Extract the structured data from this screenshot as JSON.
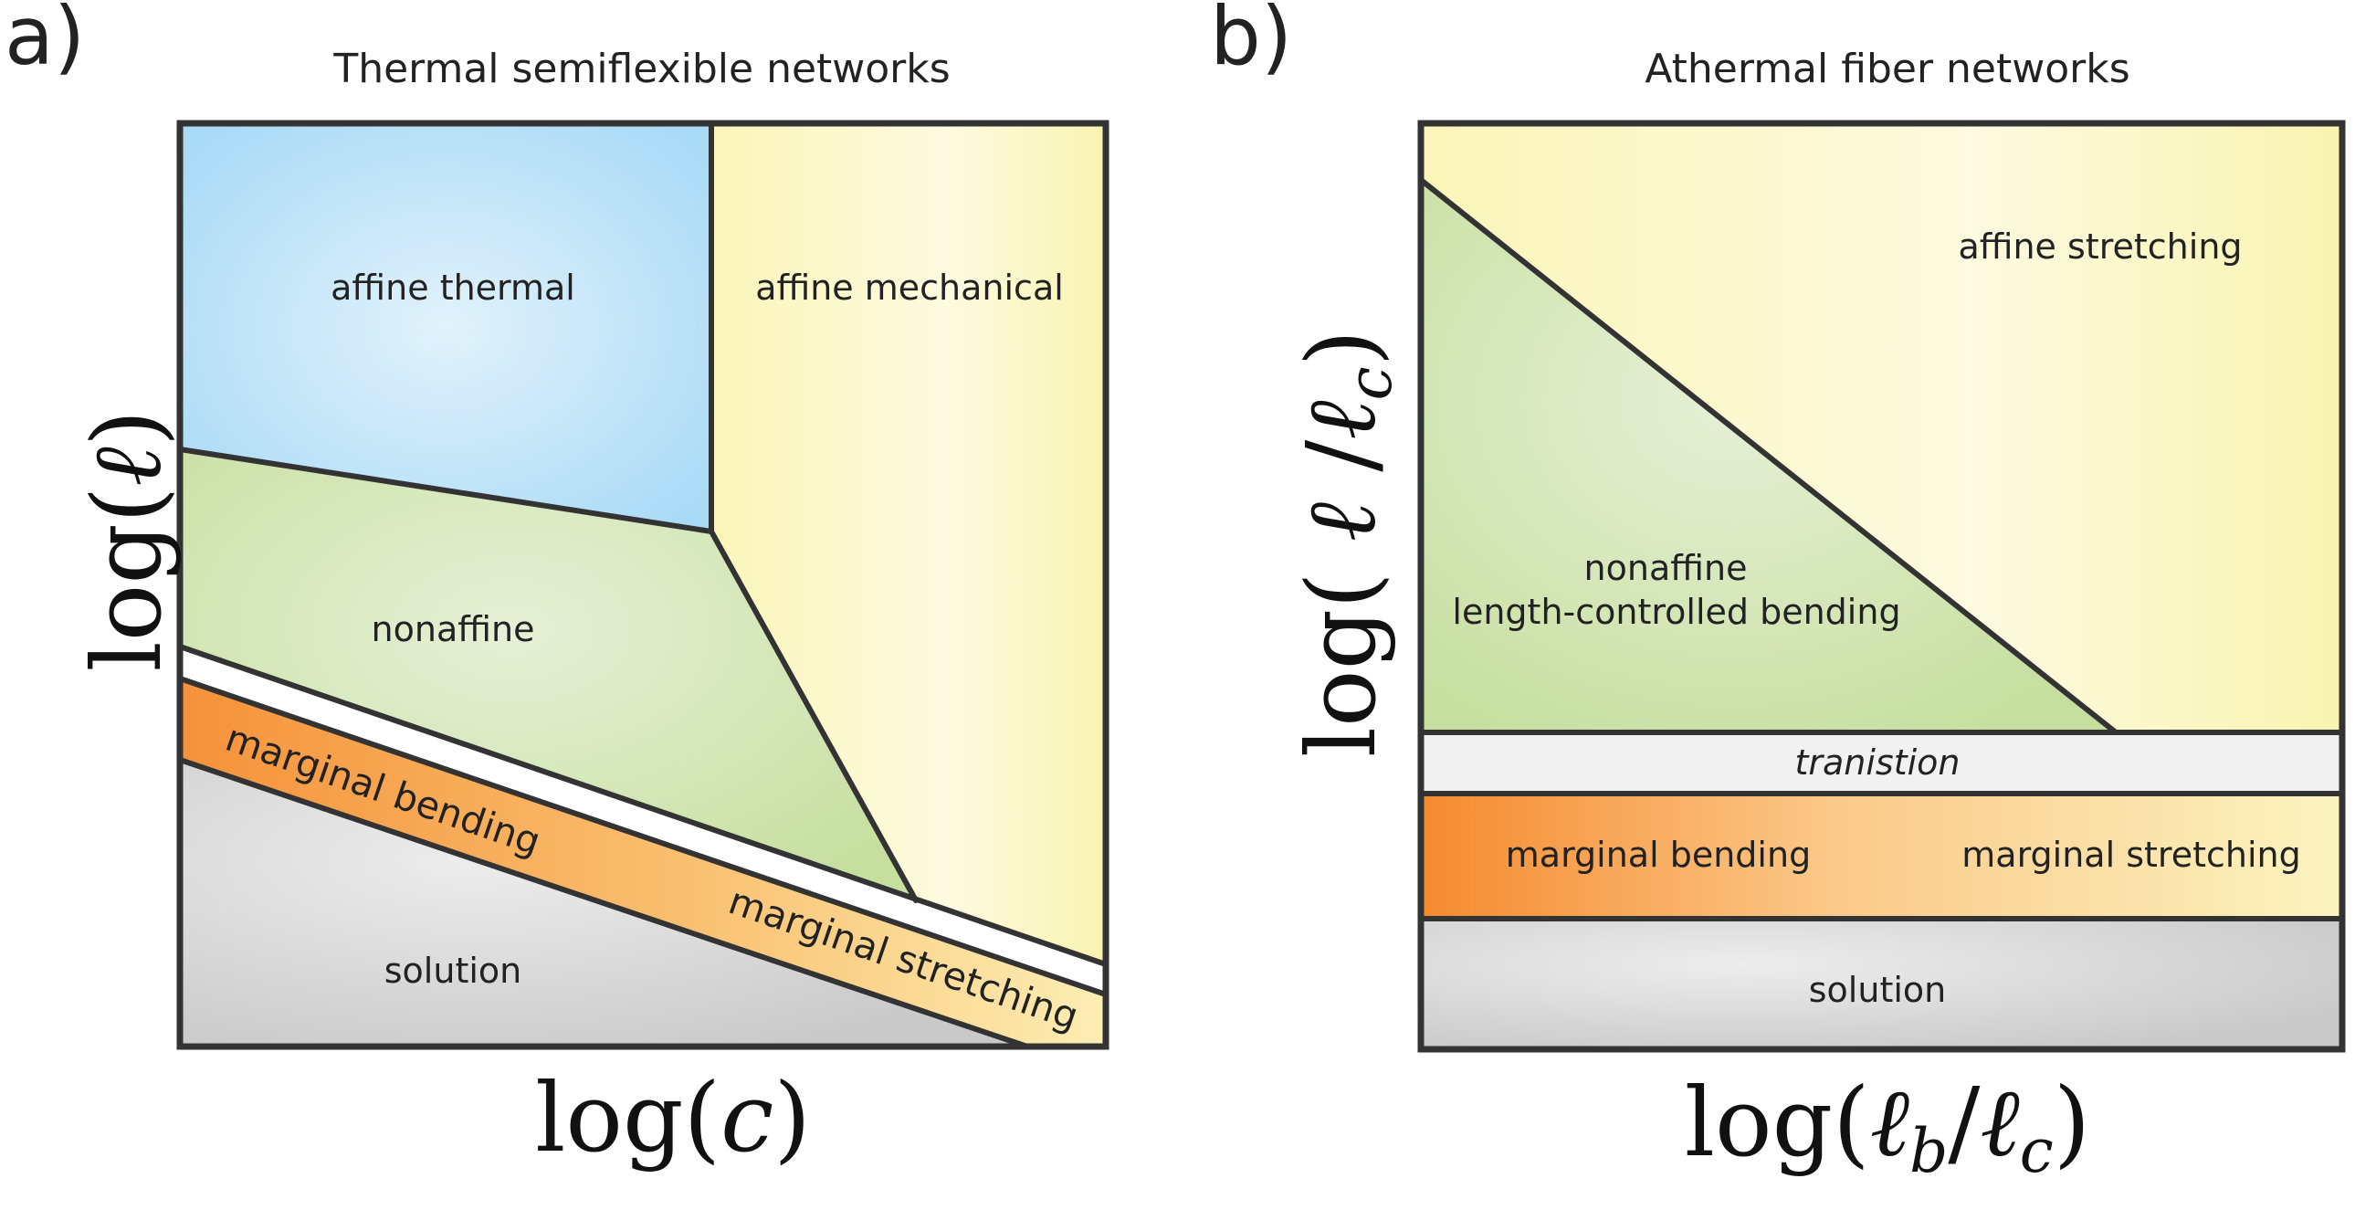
{
  "panel_a": {
    "letter": "a)",
    "title": "Thermal semiflexible networks",
    "x_axis": {
      "pre": "log(",
      "var": "c",
      "post": ")"
    },
    "y_axis": {
      "pre": "log(",
      "var": "ℓ",
      "post": ")"
    },
    "regions": {
      "affine_thermal": "affine thermal",
      "affine_mechanical": "affine mechanical",
      "nonaffine": "nonaffine",
      "marginal_bending": "marginal bending",
      "marginal_stretching": "marginal stretching",
      "solution": "solution"
    }
  },
  "panel_b": {
    "letter": "b)",
    "title": "Athermal fiber networks",
    "x_axis": {
      "pre": "log(",
      "var1": "ℓ",
      "sub1": "b",
      "slash": "/",
      "var2": "ℓ",
      "sub2": "c",
      "post": ")"
    },
    "y_axis": {
      "pre": "log( ",
      "var1": "ℓ",
      "slash": " /",
      "var2": "ℓ",
      "sub2": "c",
      "post": ")"
    },
    "regions": {
      "affine_stretching": "affine stretching",
      "nonaffine_line1": "nonaffine",
      "nonaffine_line2": "length-controlled bending",
      "transition": "tranistion",
      "marginal_bending": "marginal bending",
      "marginal_stretching": "marginal stretching",
      "solution": "solution"
    }
  },
  "colors": {
    "blue": "#bfe2f7",
    "yellow": "#fbf7c2",
    "green": "#d8e8bd",
    "orange": "#f6a04e",
    "orange_light": "#fde3a0",
    "gray": "#d7d7d7",
    "transition_gray": "#f1f1f1",
    "outline": "#333333"
  }
}
